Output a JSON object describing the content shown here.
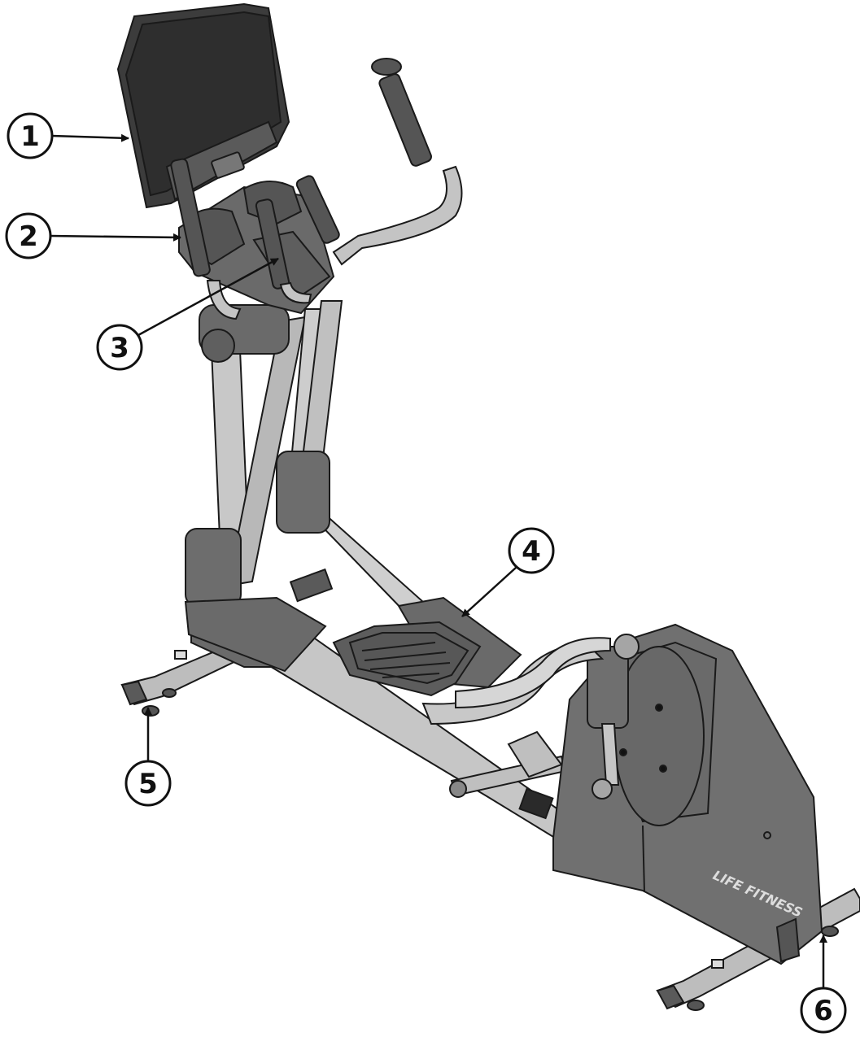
{
  "callouts": [
    {
      "number": "1"
    },
    {
      "number": "2"
    },
    {
      "number": "3"
    },
    {
      "number": "4"
    },
    {
      "number": "5"
    },
    {
      "number": "6"
    }
  ],
  "brand_logo_text": "LIFE FITNESS",
  "colors": {
    "frame_light": "#c4c4c4",
    "frame_dark": "#6a6a6a",
    "console": "#3c3c3c",
    "outline": "#1a1a1a",
    "shroud": "#6e6e6e"
  }
}
